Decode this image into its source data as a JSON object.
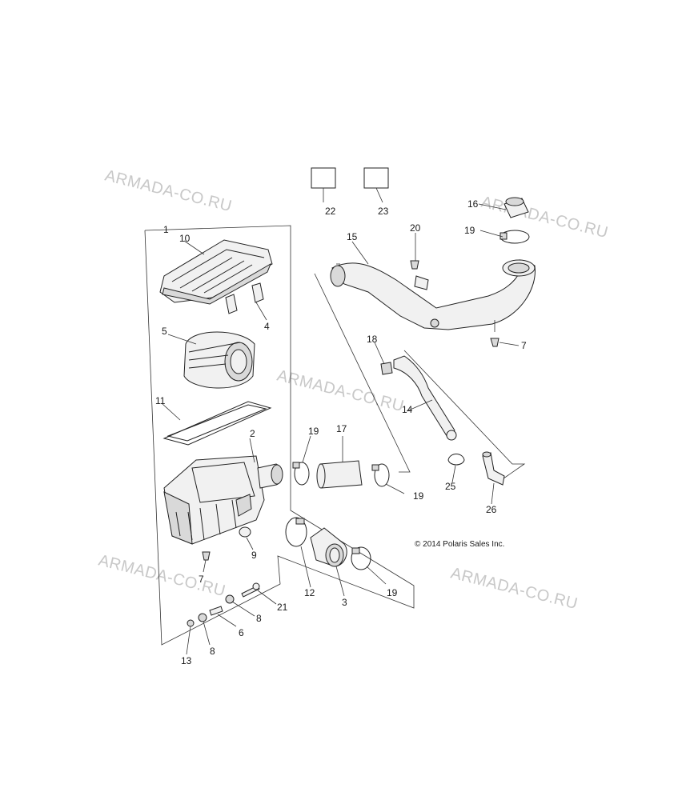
{
  "watermark": "ARMADA-CO.RU",
  "copyright": "© 2014 Polaris Sales Inc.",
  "callouts": {
    "c1": "1",
    "c2": "2",
    "c3": "3",
    "c4": "4",
    "c5": "5",
    "c6": "6",
    "c7a": "7",
    "c7b": "7",
    "c8a": "8",
    "c8b": "8",
    "c9": "9",
    "c10": "10",
    "c11": "11",
    "c12": "12",
    "c13": "13",
    "c14": "14",
    "c15": "15",
    "c16": "16",
    "c17": "17",
    "c18": "18",
    "c19a": "19",
    "c19b": "19",
    "c19c": "19",
    "c19d": "19",
    "c20": "20",
    "c21": "21",
    "c22": "22",
    "c23": "23",
    "c25": "25",
    "c26": "26"
  }
}
